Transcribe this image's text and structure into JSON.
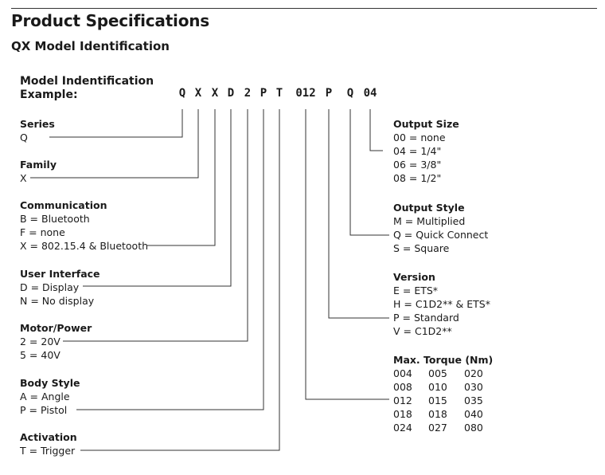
{
  "header": {
    "title": "Product Specifications",
    "subtitle": "QX Model Identification"
  },
  "example": {
    "label_line1": "Model Indentification",
    "label_line2": "Example:",
    "code_chars": [
      "Q",
      "X",
      "X",
      "D",
      "2",
      "P",
      "T",
      "012",
      "P",
      "Q",
      "04"
    ]
  },
  "left_groups": [
    {
      "title": "Series",
      "items": [
        "Q"
      ]
    },
    {
      "title": "Family",
      "items": [
        "X"
      ]
    },
    {
      "title": "Communication",
      "items": [
        "B = Bluetooth",
        "F = none",
        "X = 802.15.4 & Bluetooth"
      ]
    },
    {
      "title": "User Interface",
      "items": [
        "D = Display",
        "N = No display"
      ]
    },
    {
      "title": "Motor/Power",
      "items": [
        "2 = 20V",
        "5 = 40V"
      ]
    },
    {
      "title": "Body Style",
      "items": [
        "A = Angle",
        "P = Pistol"
      ]
    },
    {
      "title": "Activation",
      "items": [
        "T = Trigger"
      ]
    }
  ],
  "right_groups": [
    {
      "title": "Output Size",
      "items": [
        "00 = none",
        "04 = 1/4\"",
        "06 = 3/8\"",
        "08 = 1/2\""
      ]
    },
    {
      "title": "Output Style",
      "items": [
        "M = Multiplied",
        "Q = Quick Connect",
        "S = Square"
      ]
    },
    {
      "title": "Version",
      "items": [
        "E = ETS*",
        "H = C1D2** & ETS*",
        "P = Standard",
        "V = C1D2**"
      ]
    }
  ],
  "torque": {
    "title": "Max. Torque (Nm)",
    "rows": [
      [
        "004",
        "005",
        "020"
      ],
      [
        "008",
        "010",
        "030"
      ],
      [
        "012",
        "015",
        "035"
      ],
      [
        "018",
        "018",
        "040"
      ],
      [
        "024",
        "027",
        "080"
      ]
    ]
  }
}
